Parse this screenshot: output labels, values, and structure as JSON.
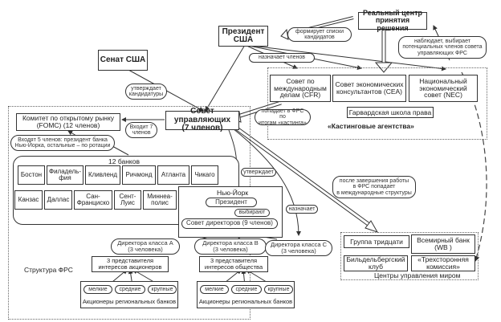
{
  "top": {
    "senate": "Сенат США",
    "president": [
      "Президент",
      "США"
    ],
    "real_center": [
      "Реальный центр",
      "принятия решения"
    ],
    "forms_lists": [
      "формирует списки",
      "кандидатов"
    ],
    "observes": [
      "наблюдает, выбирает",
      "потенциальных членов совета",
      "управляющих ФРС"
    ],
    "appoints_members": "назначает членов",
    "approves_candidates": [
      "утверждает",
      "кандидатуры"
    ]
  },
  "casting": {
    "title": "«Кастинговые агентства»",
    "cfr": [
      "Совет по",
      "международным",
      "делам (CFR)"
    ],
    "cea": [
      "Совет экономических",
      "консультантов (CEA)"
    ],
    "nec": [
      "Национальный",
      "экономический",
      "совет (NEC)"
    ],
    "harvard": "Гарвардская школа права",
    "enters_frs": [
      "попадает в ФРС по",
      "итогам «кастинга»"
    ]
  },
  "frs": {
    "title": "Структура ФРС",
    "board": [
      "Совет управляющих",
      "(7 членов)"
    ],
    "fomc": [
      "Комитет по открытому рынку",
      "(FOMC) (12 членов)"
    ],
    "enters_7": [
      "Входит 7",
      "членов"
    ],
    "enters_5": [
      "Входят 5 членов: президент банка",
      "Нью-Йорка, остальные – по ротации"
    ],
    "banks_title": "12 банков",
    "banks_row1": [
      "Бостон",
      "Филадель-\nфия",
      "Кливленд",
      "Ричмонд",
      "Атланта",
      "Чикаго"
    ],
    "banks_row2": [
      "Канзас",
      "Даллас",
      "Сан-\nФранциско",
      "Сент-\nЛуис",
      "Миннеа-\nполис"
    ],
    "ny": "Нью-Йорк",
    "ny_president": "Президент",
    "chooses": "выбирают",
    "approves": "утверждает",
    "appoints": "назначает",
    "directors_board": "Совет директоров (9 членов)",
    "class_a": [
      "Директора класса А",
      "(3 человека)"
    ],
    "class_b": [
      "Директора класса В",
      "(3 человека)"
    ],
    "class_c": [
      "Директора класса С",
      "(3 человека)"
    ],
    "rep_shareholders": [
      "3 представителя",
      "интересов акционеров"
    ],
    "rep_society": [
      "3 представителя",
      "интересов общества"
    ],
    "small": "мелкие",
    "medium": "средние",
    "large": "крупные",
    "shareholders": "Акционеры региональных банков"
  },
  "world": {
    "after_work": [
      "после завершения работы",
      "в ФРС попадает",
      "в международные структуры"
    ],
    "title": "Центры управления миром",
    "group30": "Группа тридцати",
    "wb": [
      "Всемирный банк",
      "(WB )"
    ],
    "bilderberg": [
      "Бильдельбергский",
      "клуб"
    ],
    "trilateral": [
      "«Трехсторонняя",
      "комиссия»"
    ]
  }
}
